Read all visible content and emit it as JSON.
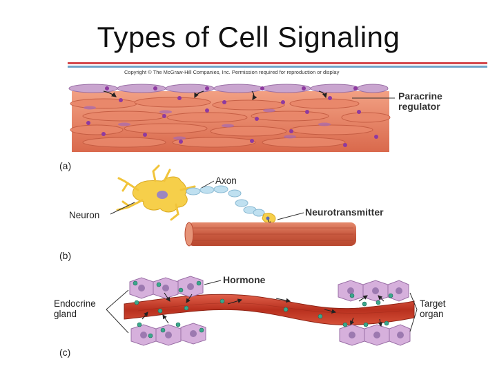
{
  "slide": {
    "title": "Types of Cell Signaling",
    "copyright": "Copyright © The McGraw-Hill Companies, Inc. Permission required for reproduction or display"
  },
  "panel_a": {
    "letter": "(a)",
    "paracrine_label": "Paracrine\nregulator"
  },
  "panel_b": {
    "letter": "(b)",
    "axon_label": "Axon",
    "neuron_label": "Neuron",
    "neurotransmitter_label": "Neurotransmitter"
  },
  "panel_c": {
    "letter": "(c)",
    "hormone_label": "Hormone",
    "endocrine_label": "Endocrine\ngland",
    "target_label": "Target\norgan"
  },
  "colors": {
    "muscle": "#e88a6e",
    "lining_cell": "#c9a5cf",
    "paracrine_dot": "#8e3aa0",
    "neuron": "#f6cf4a",
    "axon_sheath": "#bfe0f0",
    "hormone_dot": "#3aa88c",
    "vessel": "#c8402c"
  }
}
